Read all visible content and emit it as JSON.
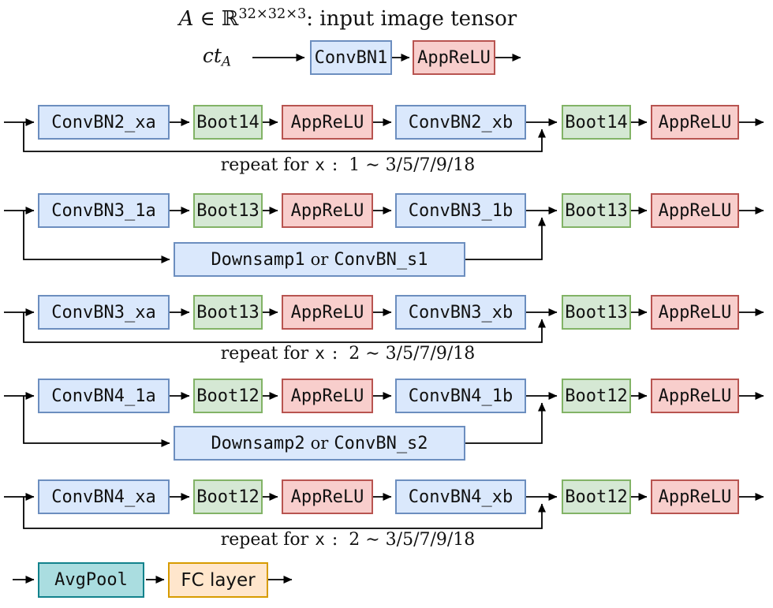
{
  "title": {
    "variable": "A",
    "element_of": "∈",
    "set_symbol": "ℝ",
    "superscript": "32×32×3",
    "description": ": input image tensor"
  },
  "input_signal": {
    "base": "ct",
    "subscript": "A"
  },
  "stem": {
    "conv": "ConvBN1",
    "relu": "AppReLU"
  },
  "blocks": [
    {
      "conv_a": "ConvBN2_xa",
      "boot_a": "Boot14",
      "relu_a": "AppReLU",
      "conv_b": "ConvBN2_xb",
      "boot_b": "Boot14",
      "relu_b": "AppReLU",
      "caption": {
        "pre": "repeat for",
        "var": "x",
        "post": " :  1 ∼ 3/5/7/9/18"
      }
    },
    {
      "conv_a": "ConvBN3_1a",
      "boot_a": "Boot13",
      "relu_a": "AppReLU",
      "conv_b": "ConvBN3_1b",
      "boot_b": "Boot13",
      "relu_b": "AppReLU",
      "shortcut": {
        "left": "Downsamp1",
        "mid": "or",
        "right": "ConvBN_s1"
      }
    },
    {
      "conv_a": "ConvBN3_xa",
      "boot_a": "Boot13",
      "relu_a": "AppReLU",
      "conv_b": "ConvBN3_xb",
      "boot_b": "Boot13",
      "relu_b": "AppReLU",
      "caption": {
        "pre": "repeat for",
        "var": "x",
        "post": " :  2 ∼ 3/5/7/9/18"
      }
    },
    {
      "conv_a": "ConvBN4_1a",
      "boot_a": "Boot12",
      "relu_a": "AppReLU",
      "conv_b": "ConvBN4_1b",
      "boot_b": "Boot12",
      "relu_b": "AppReLU",
      "shortcut": {
        "left": "Downsamp2",
        "mid": "or",
        "right": "ConvBN_s2"
      }
    },
    {
      "conv_a": "ConvBN4_xa",
      "boot_a": "Boot12",
      "relu_a": "AppReLU",
      "conv_b": "ConvBN4_xb",
      "boot_b": "Boot12",
      "relu_b": "AppReLU",
      "caption": {
        "pre": "repeat for",
        "var": "x",
        "post": " :  2 ∼ 3/5/7/9/18"
      }
    }
  ],
  "head": {
    "pool": "AvgPool",
    "fc": "FC layer"
  },
  "colors": {
    "conv_fill": "#dae8fc",
    "conv_border": "#6c8ebf",
    "boot_fill": "#d5e8d4",
    "boot_border": "#82b366",
    "relu_fill": "#f8cecc",
    "relu_border": "#b85450",
    "pool_fill": "#aadde0",
    "pool_border": "#12828c",
    "fc_fill": "#ffe6cc",
    "fc_border": "#d79b00",
    "wire": "#000000"
  }
}
